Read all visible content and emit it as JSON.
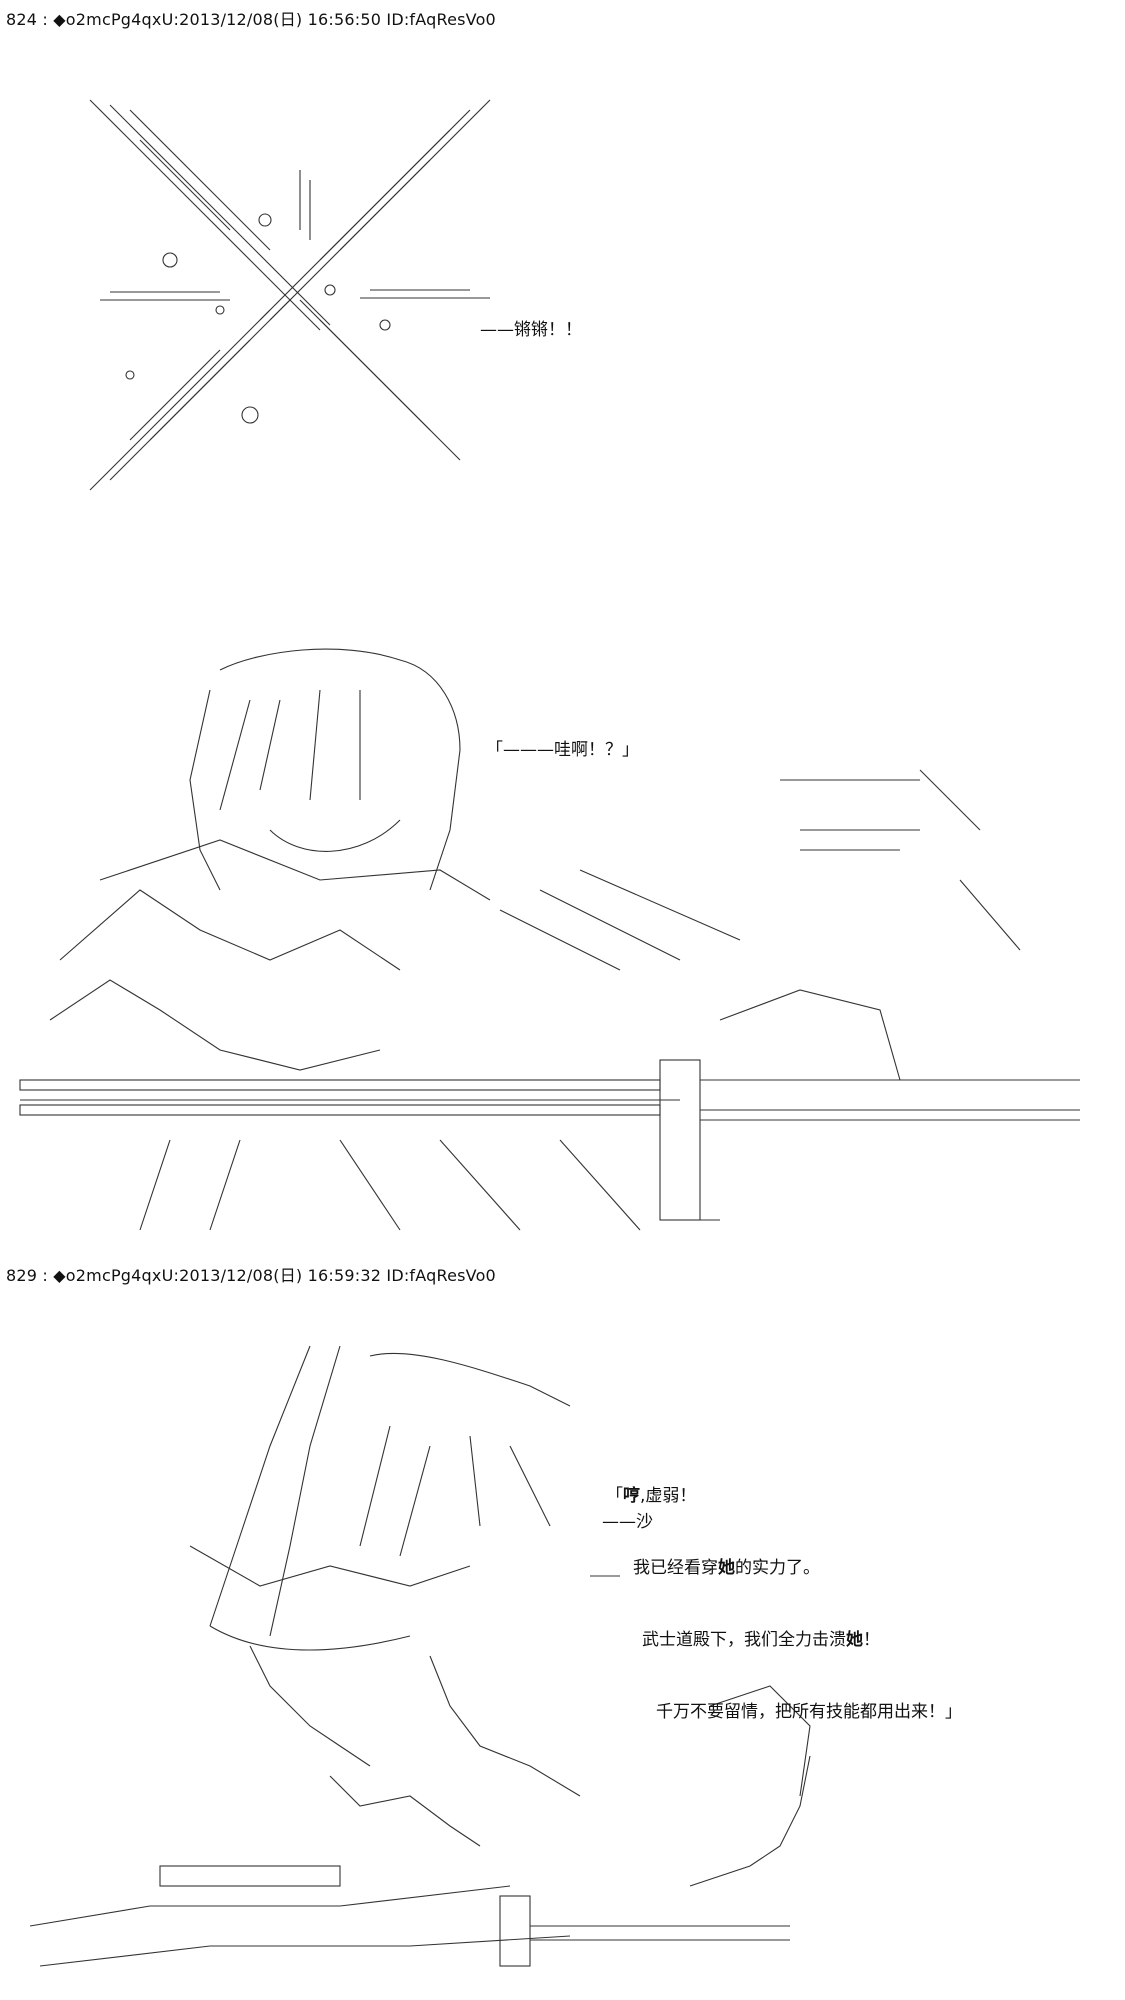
{
  "posts": [
    {
      "header": "824 : ◆o2mcPg4qxU:2013/12/08(日) 16:56:50 ID:fAqResVo0",
      "lines": [
        "——锵锵！！",
        "「———哇啊！？」"
      ]
    },
    {
      "header": "829 : ◆o2mcPg4qxU:2013/12/08(日) 16:59:32 ID:fAqResVo0",
      "lines": [
        "——沙"
      ],
      "speech": {
        "open": "「",
        "l1_a": "哼",
        "l1_b": ",虚弱！",
        "l2_a": "我已经看穿",
        "l2_b": "她",
        "l2_c": "的实力了。",
        "l3_a": "武士道殿下，我们全力击溃",
        "l3_b": "她",
        "l3_c": "！",
        "l4": "千万不要留情，把所有技能都用出来！」"
      }
    }
  ]
}
